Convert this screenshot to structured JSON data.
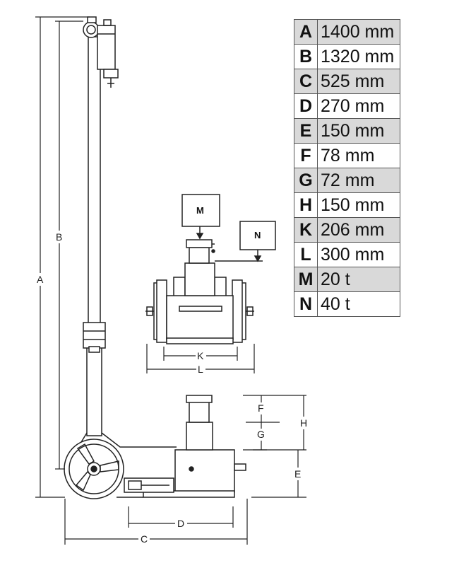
{
  "specs": [
    {
      "key": "A",
      "value": "1400 mm"
    },
    {
      "key": "B",
      "value": "1320 mm"
    },
    {
      "key": "C",
      "value": "525 mm"
    },
    {
      "key": "D",
      "value": "270 mm"
    },
    {
      "key": "E",
      "value": "150 mm"
    },
    {
      "key": "F",
      "value": "78 mm"
    },
    {
      "key": "G",
      "value": "72 mm"
    },
    {
      "key": "H",
      "value": "150 mm"
    },
    {
      "key": "K",
      "value": "206 mm"
    },
    {
      "key": "L",
      "value": "300 mm"
    },
    {
      "key": "M",
      "value": "20 t"
    },
    {
      "key": "N",
      "value": "40 t"
    }
  ],
  "drawing_labels": {
    "a": "A",
    "b": "B",
    "c": "C",
    "d": "D",
    "e": "E",
    "f": "F",
    "g": "G",
    "h": "H",
    "k": "K",
    "l": "L",
    "m": "M",
    "n": "N"
  },
  "colors": {
    "line": "#222222",
    "shade": "#d9d9d9",
    "border": "#555555"
  }
}
